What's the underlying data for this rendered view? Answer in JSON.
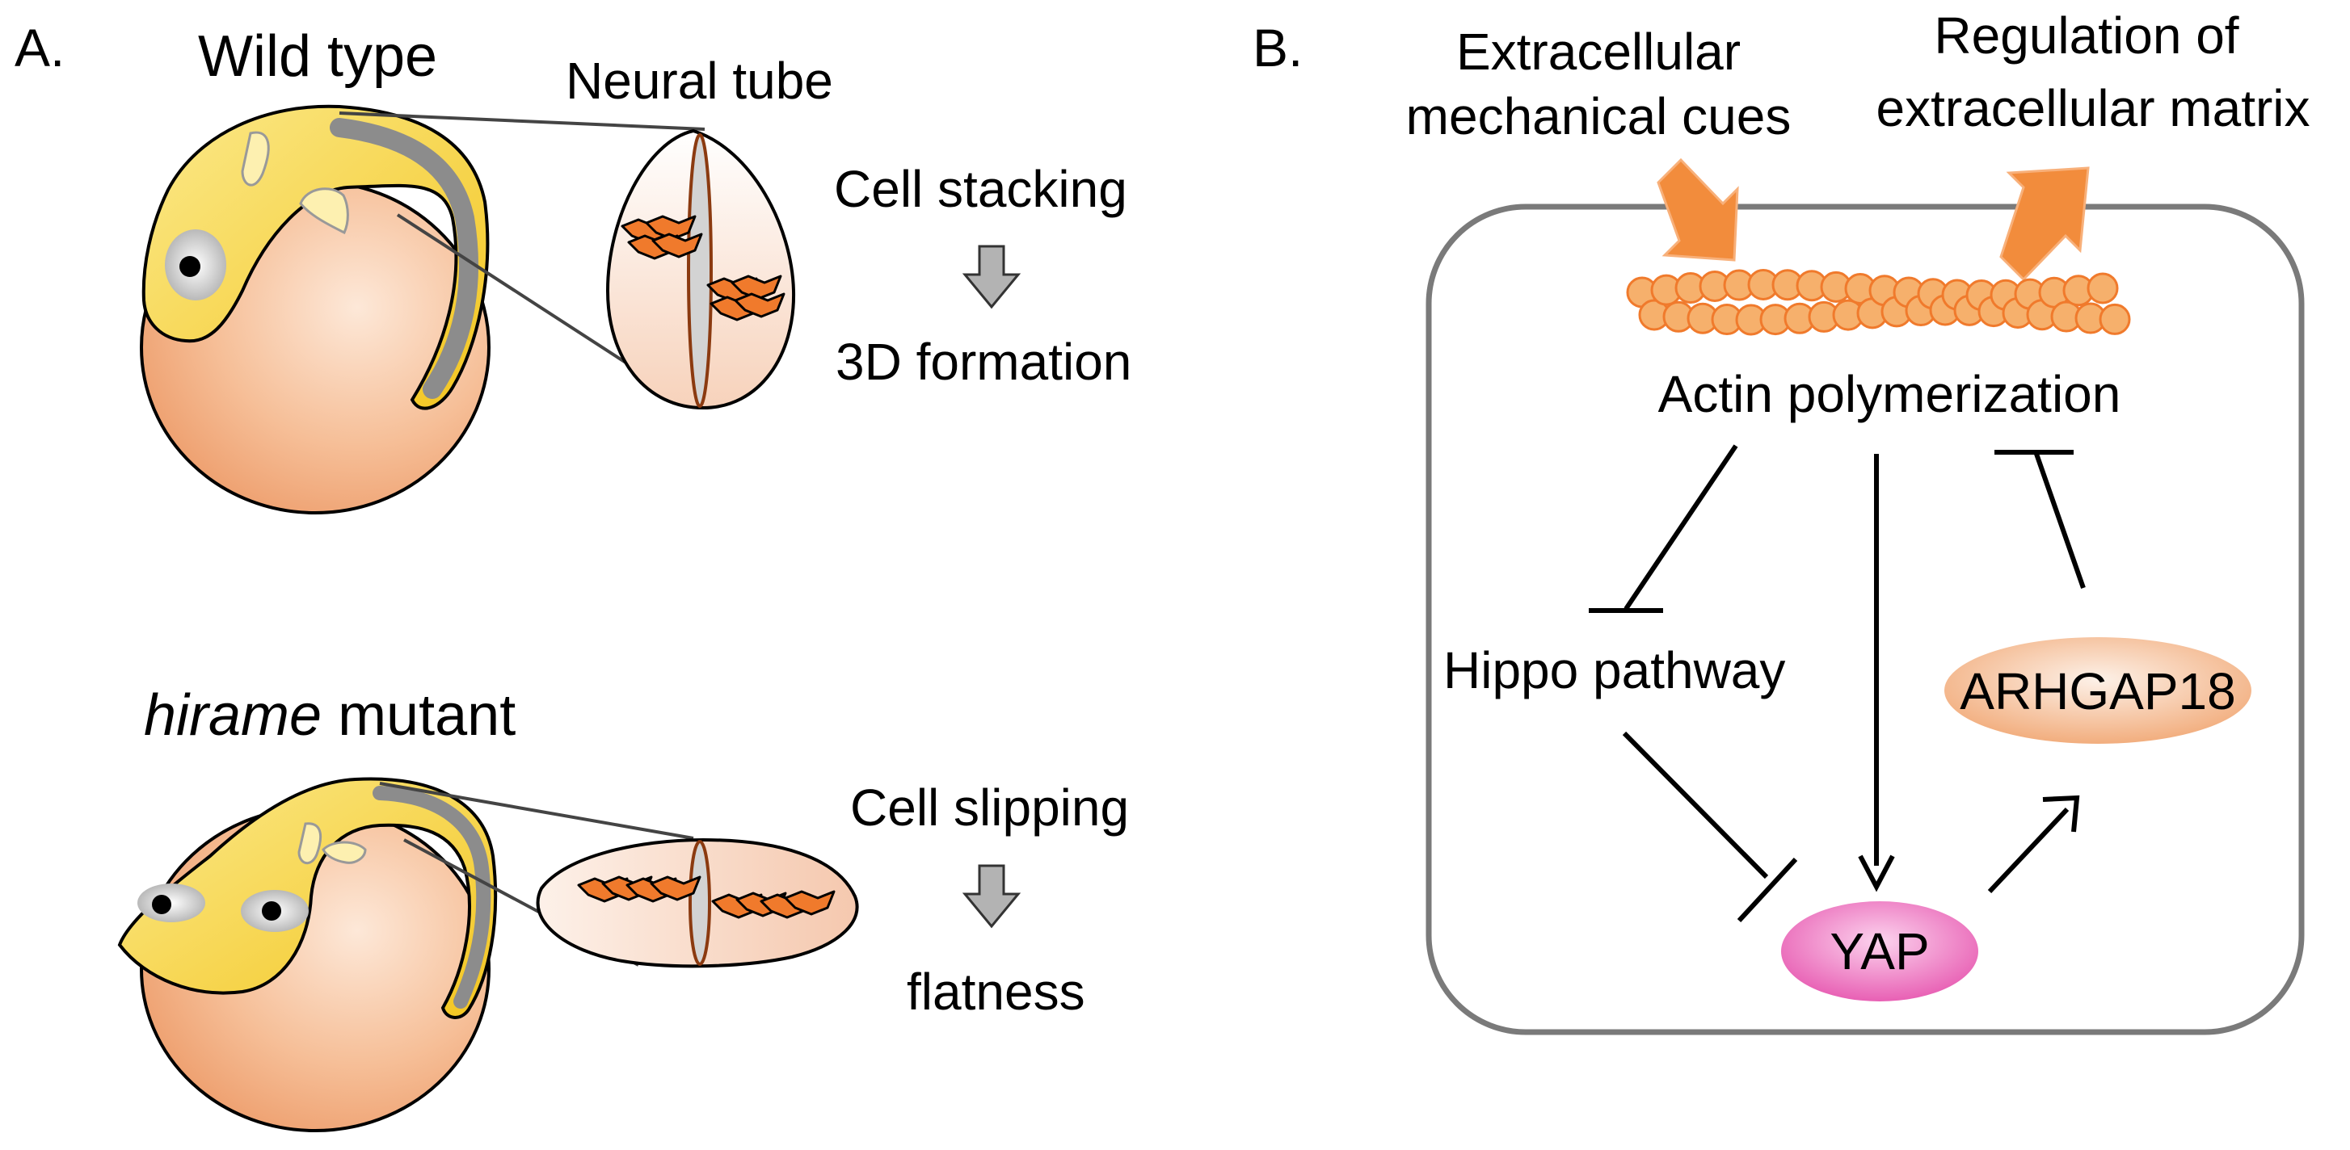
{
  "panel_a": {
    "label": "A.",
    "wild_type_title": "Wild type",
    "neural_tube_label": "Neural tube",
    "wt_outcome_top": "Cell stacking",
    "wt_outcome_bottom": "3D formation",
    "mutant_title_italic": "hirame",
    "mutant_title_rest": " mutant",
    "mut_outcome_top": "Cell slipping",
    "mut_outcome_bottom": "flatness"
  },
  "panel_b": {
    "label": "B.",
    "input_line1": "Extracellular",
    "input_line2": "mechanical cues",
    "output_line1": "Regulation of",
    "output_line2": "extracellular matrix",
    "actin_label": "Actin polymerization",
    "hippo_label": "Hippo pathway",
    "arhgap_label": "ARHGAP18",
    "yap_label": "YAP"
  },
  "colors": {
    "embryo_yolk": "#f2a472",
    "embryo_body": "#f5d23a",
    "cell": "#f07a2c",
    "actin": "#f6b06c",
    "arrow_orange": "#f28c3c",
    "yap": "#ec7cc0",
    "arhgap": "#f3b88e",
    "cell_border": "#7a7a7a"
  }
}
